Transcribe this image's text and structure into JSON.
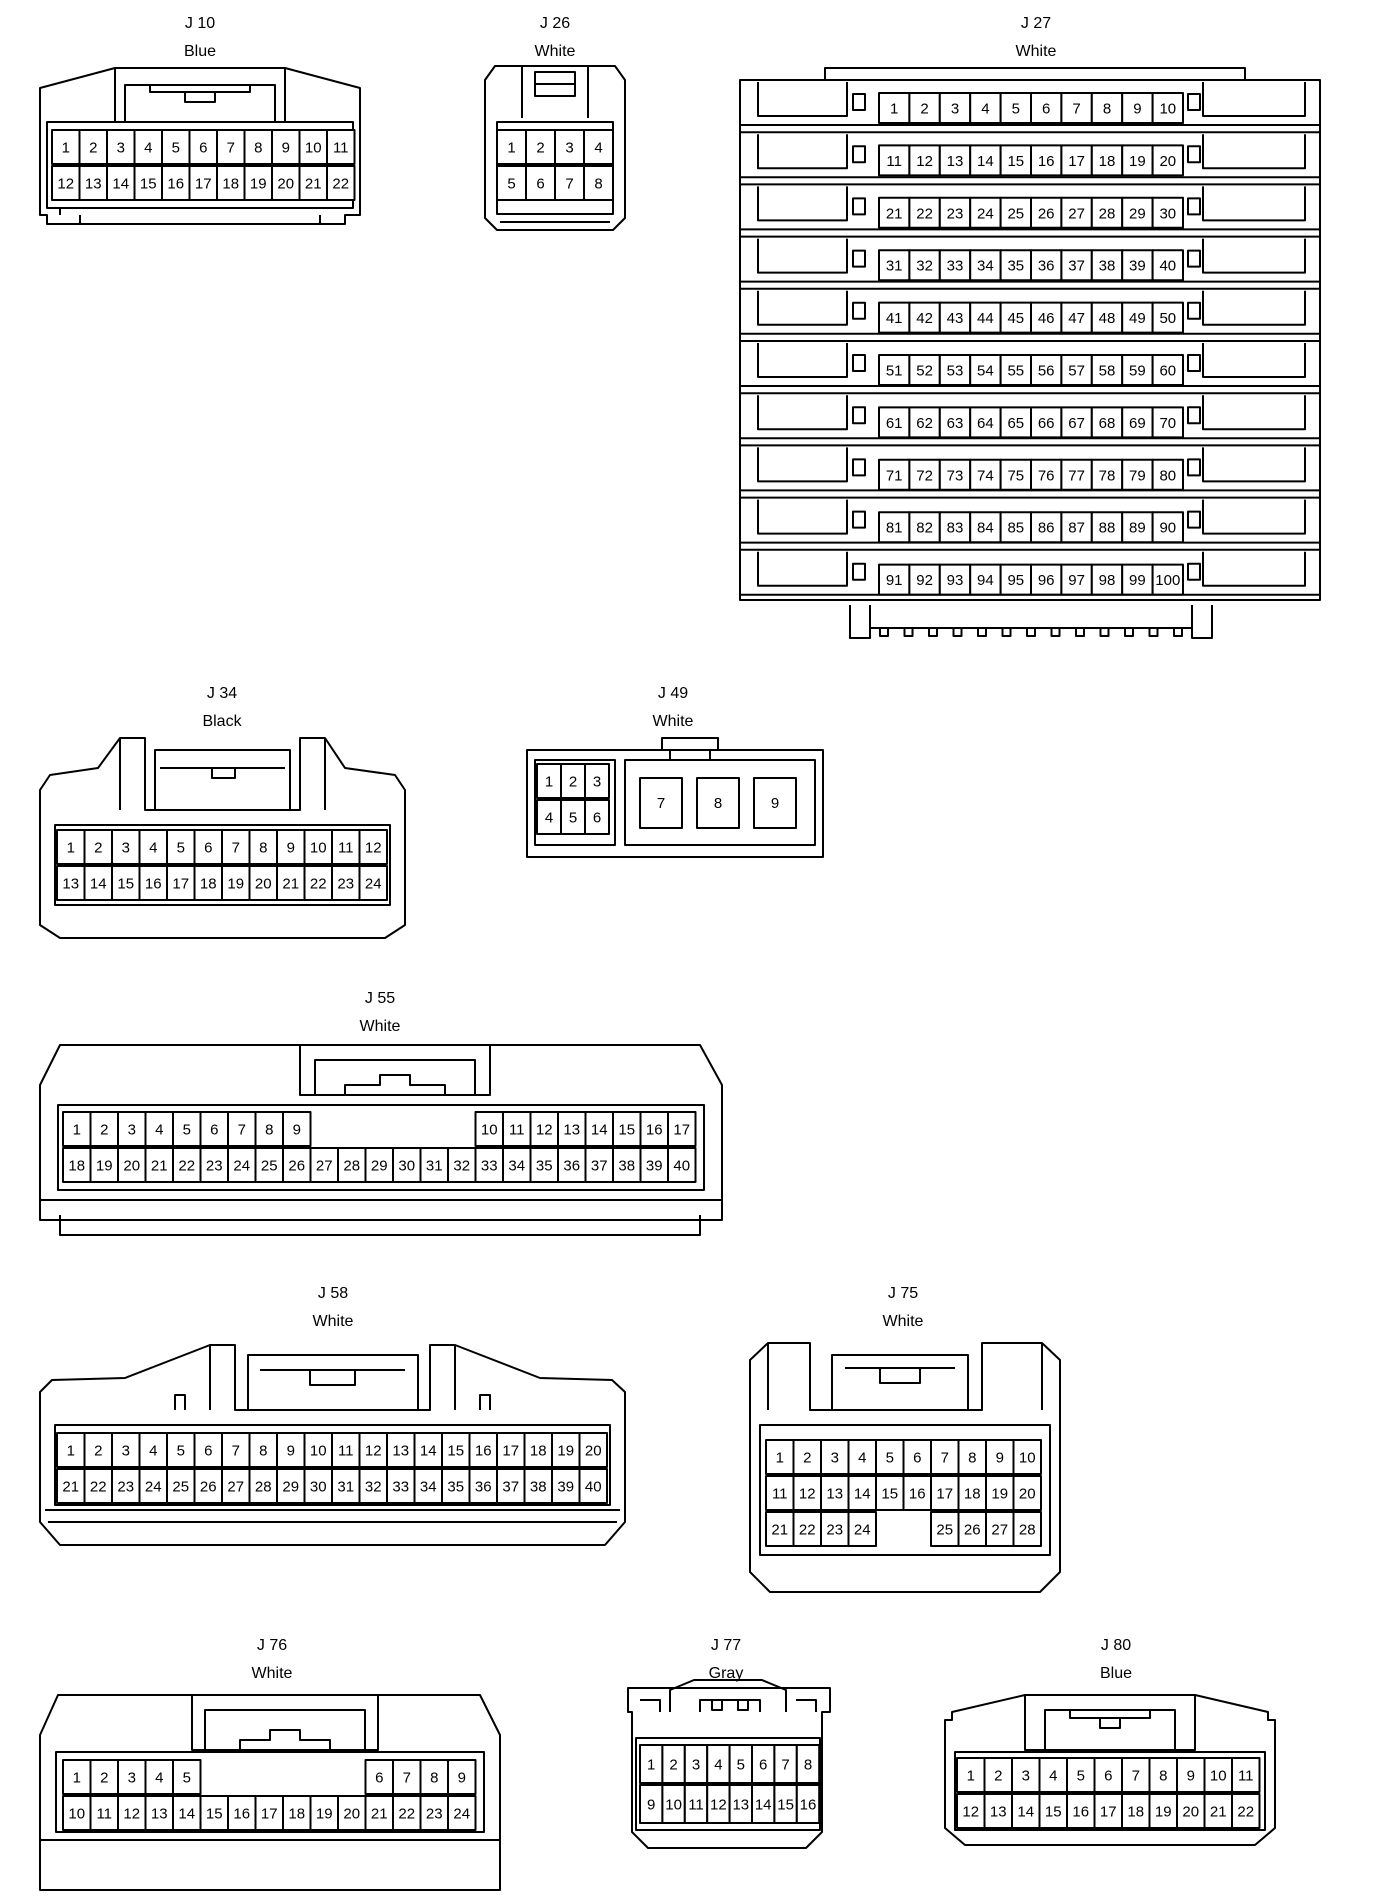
{
  "connectors": [
    {
      "id": "J10",
      "name": "J 10",
      "color": "Blue",
      "rows": [
        [
          1,
          2,
          3,
          4,
          5,
          6,
          7,
          8,
          9,
          10,
          11
        ],
        [
          12,
          13,
          14,
          15,
          16,
          17,
          18,
          19,
          20,
          21,
          22
        ]
      ]
    },
    {
      "id": "J26",
      "name": "J 26",
      "color": "White",
      "rows": [
        [
          1,
          2,
          3,
          4
        ],
        [
          5,
          6,
          7,
          8
        ]
      ]
    },
    {
      "id": "J27",
      "name": "J 27",
      "color": "White",
      "rows": [
        [
          1,
          2,
          3,
          4,
          5,
          6,
          7,
          8,
          9,
          10
        ],
        [
          11,
          12,
          13,
          14,
          15,
          16,
          17,
          18,
          19,
          20
        ],
        [
          21,
          22,
          23,
          24,
          25,
          26,
          27,
          28,
          29,
          30
        ],
        [
          31,
          32,
          33,
          34,
          35,
          36,
          37,
          38,
          39,
          40
        ],
        [
          41,
          42,
          43,
          44,
          45,
          46,
          47,
          48,
          49,
          50
        ],
        [
          51,
          52,
          53,
          54,
          55,
          56,
          57,
          58,
          59,
          60
        ],
        [
          61,
          62,
          63,
          64,
          65,
          66,
          67,
          68,
          69,
          70
        ],
        [
          71,
          72,
          73,
          74,
          75,
          76,
          77,
          78,
          79,
          80
        ],
        [
          81,
          82,
          83,
          84,
          85,
          86,
          87,
          88,
          89,
          90
        ],
        [
          91,
          92,
          93,
          94,
          95,
          96,
          97,
          98,
          99,
          100
        ]
      ]
    },
    {
      "id": "J34",
      "name": "J 34",
      "color": "Black",
      "rows": [
        [
          1,
          2,
          3,
          4,
          5,
          6,
          7,
          8,
          9,
          10,
          11,
          12
        ],
        [
          13,
          14,
          15,
          16,
          17,
          18,
          19,
          20,
          21,
          22,
          23,
          24
        ]
      ]
    },
    {
      "id": "J49",
      "name": "J 49",
      "color": "White",
      "rows": [
        [
          1,
          2,
          3
        ],
        [
          4,
          5,
          6
        ]
      ],
      "large": [
        7,
        8,
        9
      ]
    },
    {
      "id": "J55",
      "name": "J 55",
      "color": "White",
      "rows": [
        [
          1,
          2,
          3,
          4,
          5,
          6,
          7,
          8,
          9,
          null,
          null,
          null,
          null,
          null,
          null,
          10,
          11,
          12,
          13,
          14,
          15,
          16,
          17
        ],
        [
          18,
          19,
          20,
          21,
          22,
          23,
          24,
          25,
          26,
          27,
          28,
          29,
          30,
          31,
          32,
          33,
          34,
          35,
          36,
          37,
          38,
          39,
          40
        ]
      ]
    },
    {
      "id": "J58",
      "name": "J 58",
      "color": "White",
      "rows": [
        [
          1,
          2,
          3,
          4,
          5,
          6,
          7,
          8,
          9,
          10,
          11,
          12,
          13,
          14,
          15,
          16,
          17,
          18,
          19,
          20
        ],
        [
          21,
          22,
          23,
          24,
          25,
          26,
          27,
          28,
          29,
          30,
          31,
          32,
          33,
          34,
          35,
          36,
          37,
          38,
          39,
          40
        ]
      ]
    },
    {
      "id": "J75",
      "name": "J 75",
      "color": "White",
      "rows": [
        [
          1,
          2,
          3,
          4,
          5,
          6,
          7,
          8,
          9,
          10
        ],
        [
          11,
          12,
          13,
          14,
          15,
          16,
          17,
          18,
          19,
          20
        ],
        [
          21,
          22,
          23,
          24,
          null,
          null,
          25,
          26,
          27,
          28
        ]
      ]
    },
    {
      "id": "J76",
      "name": "J 76",
      "color": "White",
      "rows": [
        [
          1,
          2,
          3,
          4,
          5,
          null,
          null,
          null,
          null,
          null,
          null,
          6,
          7,
          8,
          9
        ],
        [
          10,
          11,
          12,
          13,
          14,
          15,
          16,
          17,
          18,
          19,
          20,
          21,
          22,
          23,
          24
        ]
      ]
    },
    {
      "id": "J77",
      "name": "J 77",
      "color": "Gray",
      "rows": [
        [
          1,
          2,
          3,
          4,
          5,
          6,
          7,
          8
        ],
        [
          9,
          10,
          11,
          12,
          13,
          14,
          15,
          16
        ]
      ]
    },
    {
      "id": "J80",
      "name": "J 80",
      "color": "Blue",
      "rows": [
        [
          1,
          2,
          3,
          4,
          5,
          6,
          7,
          8,
          9,
          10,
          11
        ],
        [
          12,
          13,
          14,
          15,
          16,
          17,
          18,
          19,
          20,
          21,
          22
        ]
      ]
    }
  ]
}
